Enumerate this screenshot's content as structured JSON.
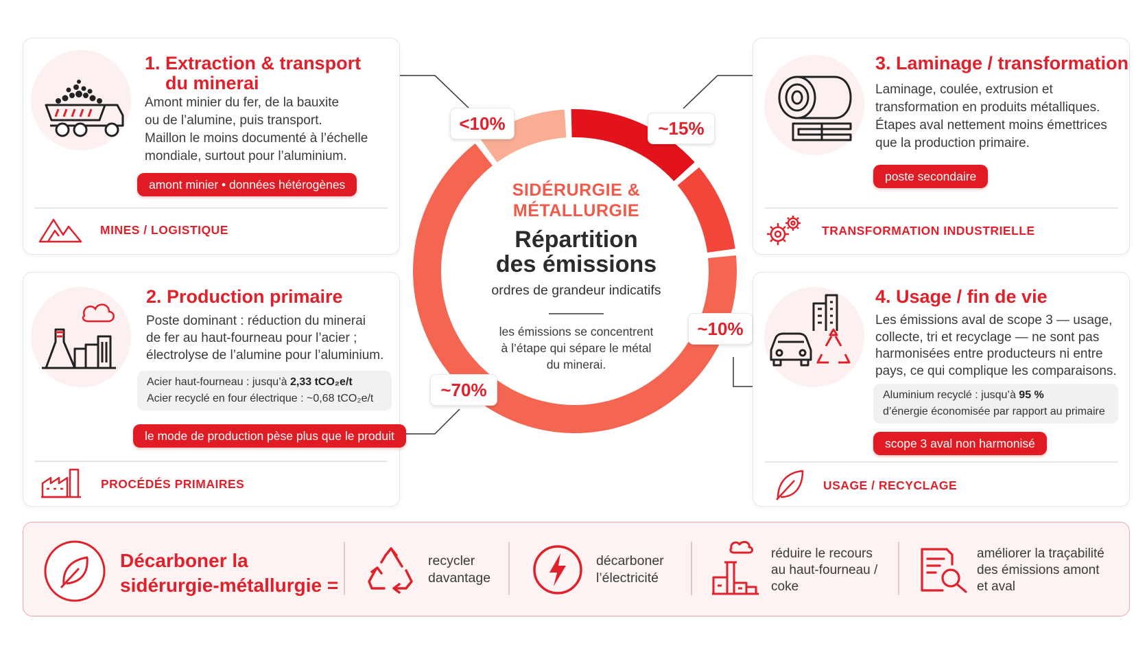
{
  "center": {
    "kicker_line1": "SIDÉRURGIE &",
    "kicker_line2": "MÉTALLURGIE",
    "title_line1": "Répartition",
    "title_line2": "des émissions",
    "subtitle": "ordres de grandeur indicatifs",
    "note_line1": "les émissions se concentrent",
    "note_line2": "à l’étape qui sépare le métal",
    "note_line3": "du minerai."
  },
  "chart_data": {
    "type": "pie",
    "style": "donut",
    "segments": [
      {
        "label": "~15%",
        "value": 15,
        "stage": 3,
        "color": "#e3131c"
      },
      {
        "label": "~10%",
        "value": 10,
        "stage": 4,
        "color": "#f2463b"
      },
      {
        "label": "~70%",
        "value": 70,
        "stage": 2,
        "color": "#f46552"
      },
      {
        "label": "<10%",
        "value": 10,
        "stage": 1,
        "color": "#f8ad94"
      }
    ]
  },
  "cards": [
    {
      "title_line1": "1. Extraction & transport",
      "title_line2": "du minerai",
      "desc_lines": [
        "Amont minier du fer, de la bauxite",
        "ou de l’alumine, puis transport.",
        "Maillon le moins documenté à l’échelle",
        "mondiale, surtout pour l’aluminium."
      ],
      "pill": "amont minier • données hétérogènes",
      "footer": "MINES / LOGISTIQUE",
      "icon": "mining-truck-icon",
      "footer_icon": "mountain-icon"
    },
    {
      "title": "2. Production primaire",
      "desc_lines": [
        "Poste dominant : réduction du minerai",
        "de fer au haut-fourneau pour l’acier ;",
        "électrolyse de l’alumine pour l’aluminium."
      ],
      "note1_text": "Acier haut-fourneau : jusqu’à ",
      "note1_value": "2,33 tCO₂e/t",
      "note2_text": "Acier recyclé en four électrique : ~0,68 tCO₂e/t",
      "pill": "le mode de production pèse plus que le produit",
      "footer": "PROCÉDÉS PRIMAIRES",
      "icon": "factory-smoke-icon",
      "footer_icon": "factory-icon"
    },
    {
      "title": "3. Laminage / transformation",
      "desc_lines": [
        "Laminage, coulée, extrusion et",
        "transformation en produits métalliques.",
        "Étapes aval nettement moins émettrices",
        "que la production primaire."
      ],
      "pill": "poste secondaire",
      "footer": "TRANSFORMATION INDUSTRIELLE",
      "icon": "metal-roll-icon",
      "footer_icon": "gears-icon"
    },
    {
      "title": "4. Usage / fin de vie",
      "desc_lines": [
        "Les émissions aval de scope 3 — usage,",
        "collecte, tri et recyclage — ne sont pas",
        "harmonisées entre producteurs ni entre",
        "pays, ce qui complique les comparaisons."
      ],
      "note1_text": "Aluminium recyclé : jusqu’à ",
      "note1_value": "95 %",
      "note2_text": "d’énergie économisée par rapport au primaire",
      "pill": "scope 3 aval non harmonisé",
      "footer": "USAGE / RECYCLAGE",
      "icon": "car-city-recycle-icon",
      "footer_icon": "leaf-icon"
    }
  ],
  "bottom": {
    "headline_line1": "Décarboner la",
    "headline_line2": "sidérurgie-métallurgie =",
    "items": [
      {
        "icon": "recycle-icon",
        "lines": [
          "recycler",
          "davantage"
        ]
      },
      {
        "icon": "lightning-icon",
        "lines": [
          "décarboner",
          "l’électricité"
        ]
      },
      {
        "icon": "blast-furnace-icon",
        "lines": [
          "réduire le recours",
          "au haut-fourneau /",
          "coke"
        ]
      },
      {
        "icon": "document-search-icon",
        "lines": [
          "améliorer la traçabilité",
          "des émissions amont",
          "et aval"
        ]
      }
    ]
  }
}
